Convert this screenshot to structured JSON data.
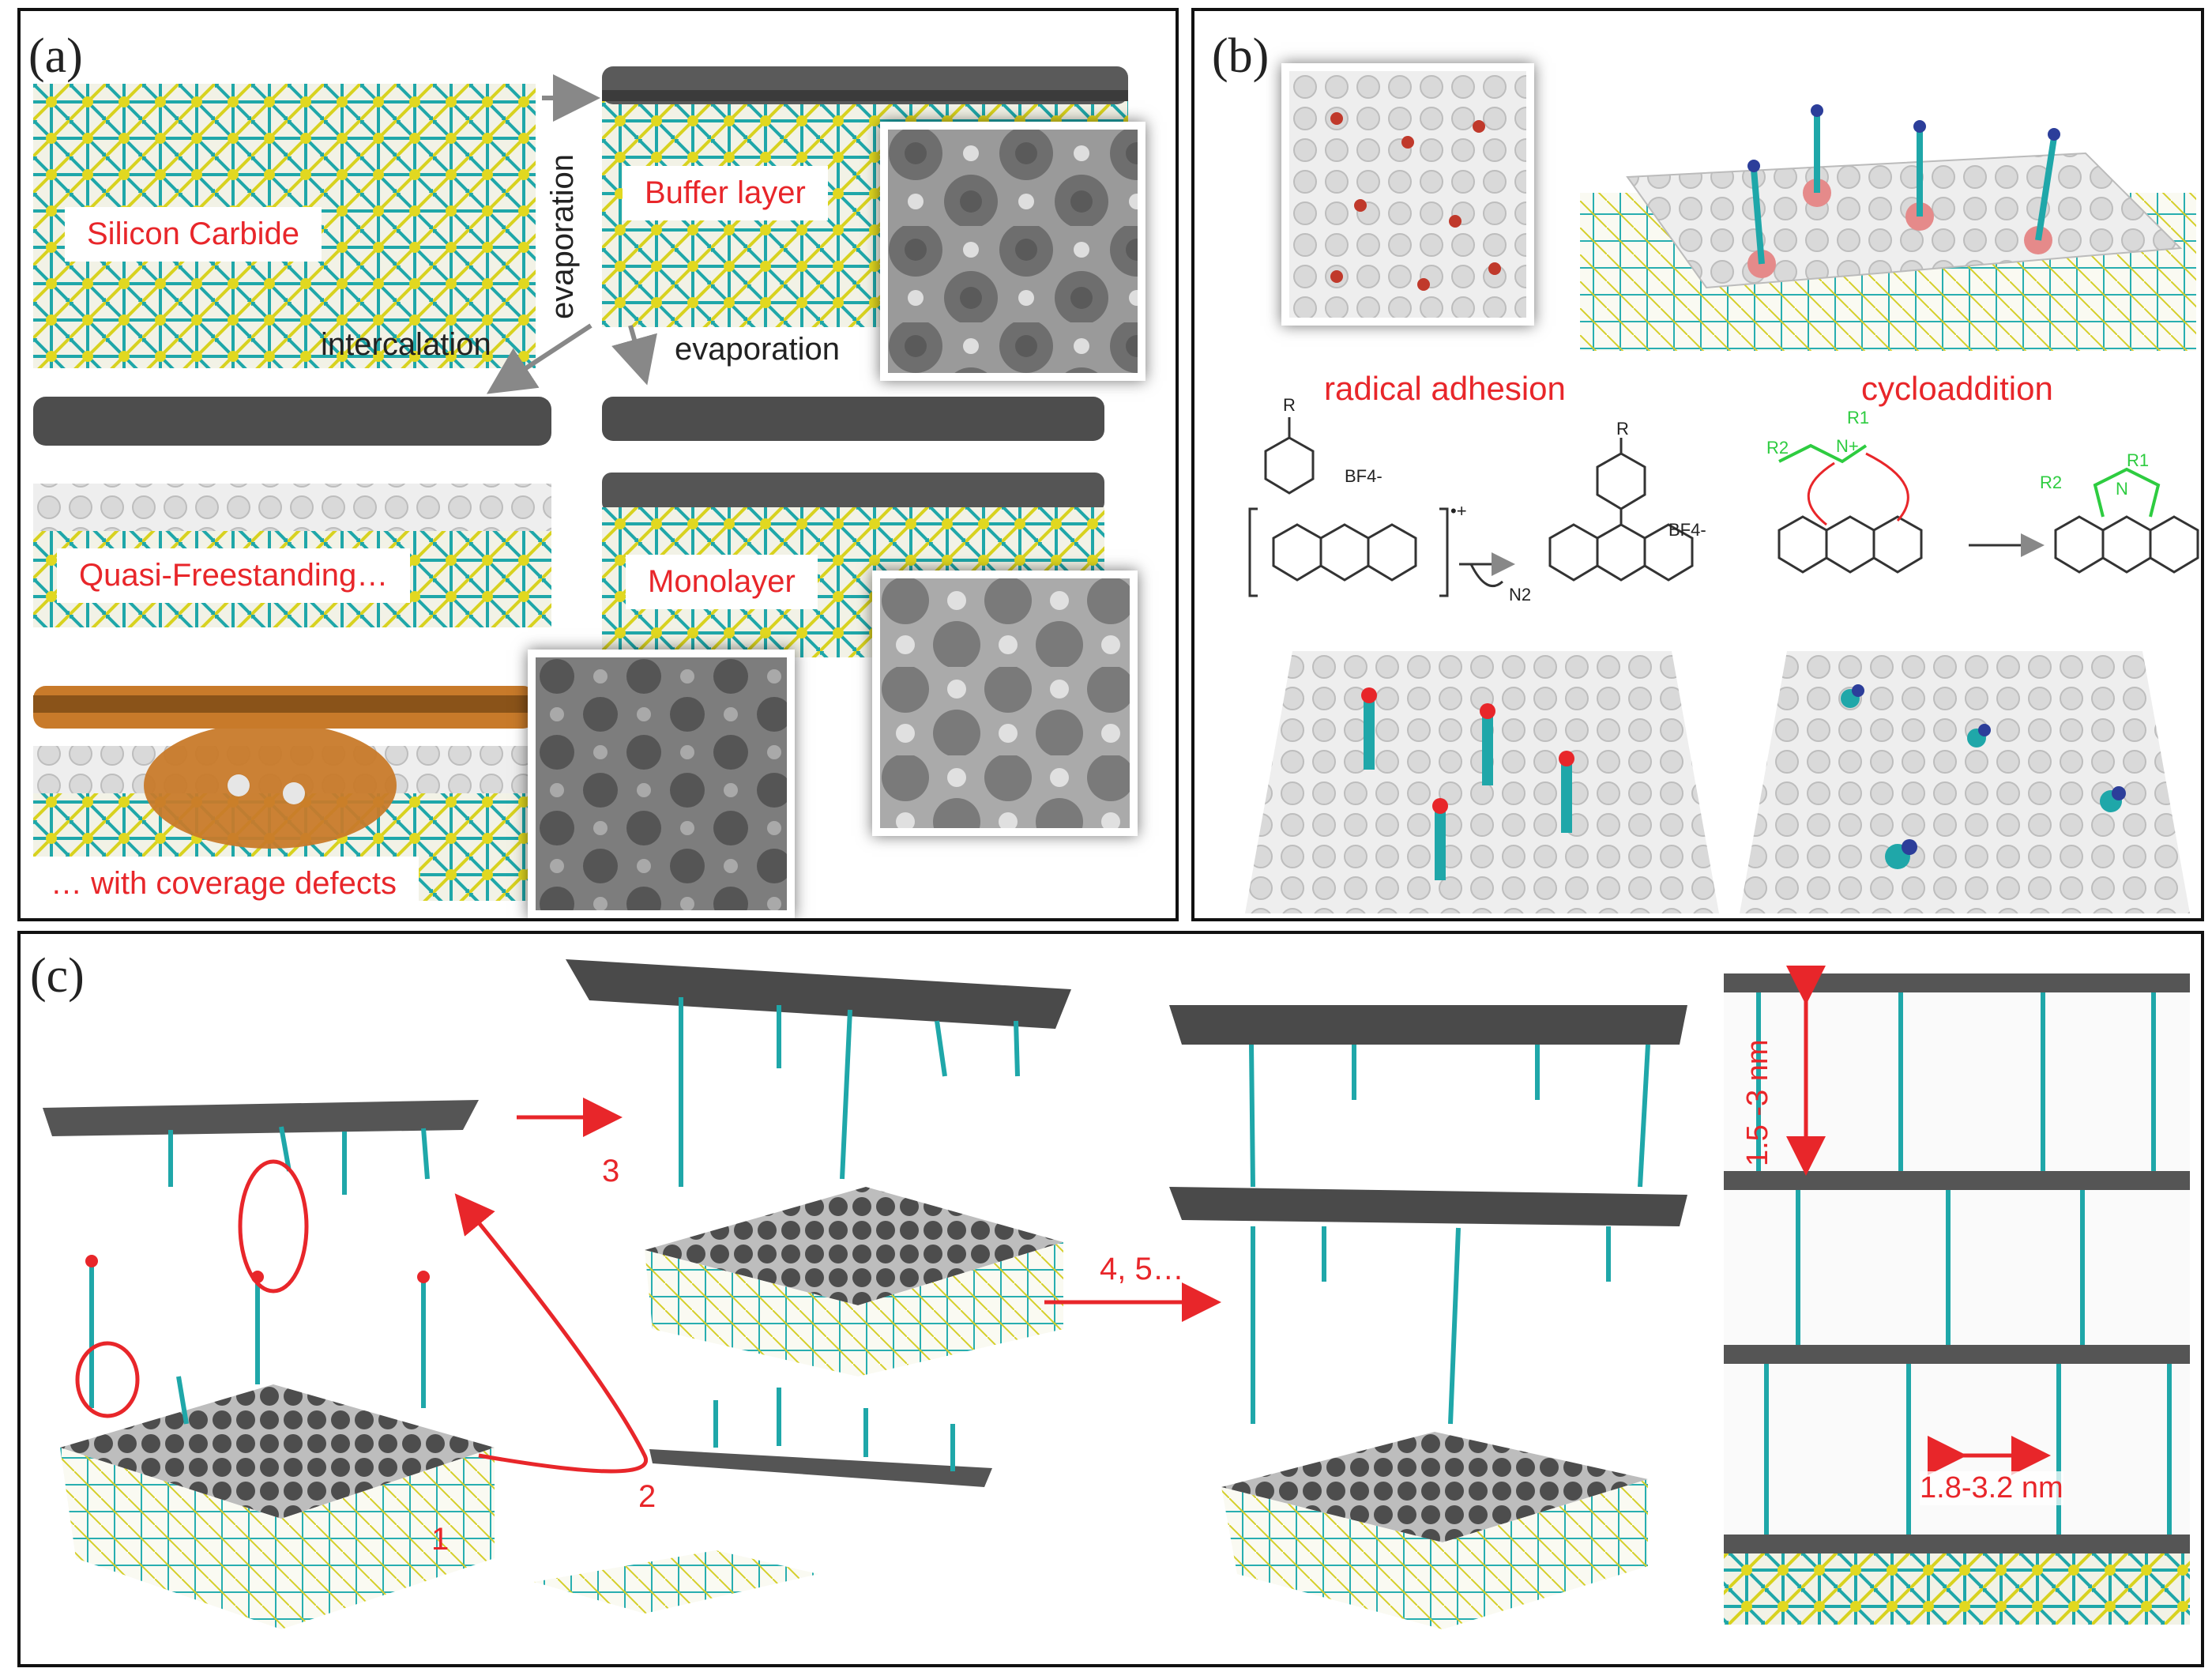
{
  "panels": {
    "a": {
      "label": "(a)",
      "tags": {
        "silicon_carbide": "Silicon Carbide",
        "buffer_layer": "Buffer layer",
        "quasi_freestanding": "Quasi-Freestanding…",
        "monolayer": "Monolayer",
        "coverage_defects": "… with coverage defects"
      },
      "arrows": {
        "evaporation_vertical": "evaporation",
        "intercalation": "intercalation",
        "evaporation": "evaporation"
      }
    },
    "b": {
      "label": "(b)",
      "reactions": {
        "radical_adhesion": "radical adhesion",
        "cycloaddition": "cycloaddition"
      },
      "chem_labels": {
        "r": "R",
        "r1": "R1",
        "r2": "R2",
        "bf4": "BF4-",
        "n2": "N2",
        "n_plus": "N+",
        "n": "N",
        "radical_cation": "•+"
      }
    },
    "c": {
      "label": "(c)",
      "steps": {
        "s1": "1",
        "s2": "2",
        "s3": "3",
        "s45": "4, 5…"
      },
      "dimensions": {
        "vertical": "1.5 -3 nm",
        "horizontal": "1.8-3.2 nm"
      }
    }
  },
  "colors": {
    "accent_red": "#e8262a",
    "silicon": "#d8d21f",
    "carbon_teal": "#1fa7a9",
    "graphene_gray": "#4a4a4a",
    "hydrogen_white": "#e6e6e6",
    "copper": "#c87a2a"
  }
}
